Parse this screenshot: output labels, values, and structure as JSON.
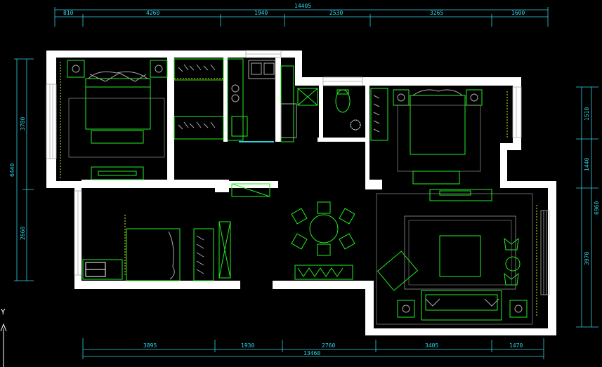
{
  "drawing": {
    "background": "#000000",
    "wall_color": "#ffffff",
    "furniture_color": "#22ee22",
    "fixture_color": "#aaaaaa",
    "dimension_color": "#2fd3e6",
    "accent_yellow": "#e8e800"
  },
  "dimensions": {
    "top_overall": "14405",
    "top_segments": [
      "810",
      "4260",
      "1940",
      "2530",
      "3265",
      "1600"
    ],
    "left_overall": "6440",
    "left_segments": [
      "3780",
      "2660"
    ],
    "right_overall": "6960",
    "right_segments": [
      "1510",
      "1440",
      "3970"
    ],
    "bottom_overall": "13460",
    "bottom_segments": [
      "3895",
      "1930",
      "2760",
      "3405",
      "1470"
    ]
  },
  "axis": {
    "label": "Y"
  }
}
